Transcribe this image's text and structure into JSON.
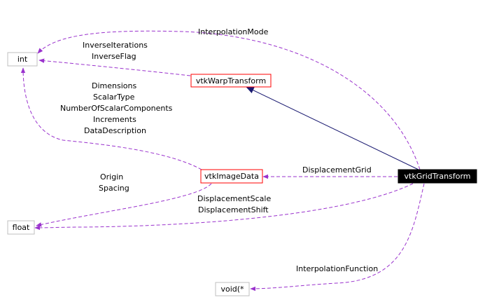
{
  "nodes": {
    "int": {
      "label": "int"
    },
    "float": {
      "label": "float"
    },
    "void_ptr": {
      "label": "void(*"
    },
    "vtkWarpTransform": {
      "label": "vtkWarpTransform"
    },
    "vtkImageData": {
      "label": "vtkImageData"
    },
    "vtkGridTransform": {
      "label": "vtkGridTransform"
    }
  },
  "edge_labels": {
    "interpolation_mode": "InterpolationMode",
    "inverse_iterations": "InverseIterations",
    "inverse_flag": "InverseFlag",
    "dimensions": "Dimensions",
    "scalar_type": "ScalarType",
    "number_of_scalar_components": "NumberOfScalarComponents",
    "increments": "Increments",
    "data_description": "DataDescription",
    "displacement_grid": "DisplacementGrid",
    "origin": "Origin",
    "spacing": "Spacing",
    "displacement_scale": "DisplacementScale",
    "displacement_shift": "DisplacementShift",
    "interpolation_function": "InterpolationFunction"
  },
  "colors": {
    "usage_edge": "#9a32cd",
    "inheritance_edge": "#191970",
    "class_border": "#ff0000",
    "builtin_border": "#bfbfbf",
    "selected_fill": "#000000",
    "selected_text": "#ffffff"
  }
}
